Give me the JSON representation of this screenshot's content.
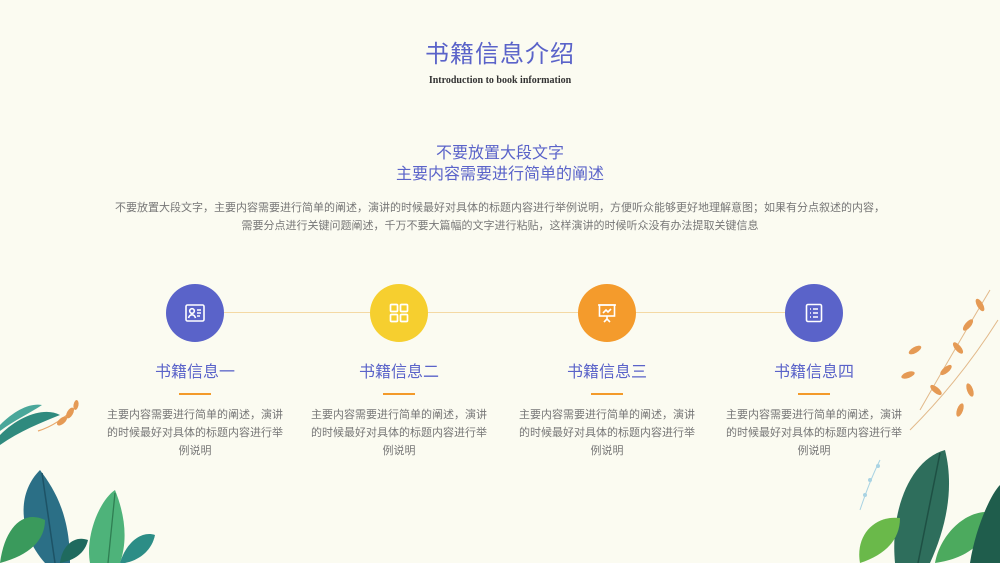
{
  "header": {
    "title": "书籍信息介绍",
    "subtitle": "Introduction to book information"
  },
  "intro": {
    "heading_line1": "不要放置大段文字",
    "heading_line2": "主要内容需要进行简单的阐述",
    "description": "不要放置大段文字，主要内容需要进行简单的阐述，演讲的时候最好对具体的标题内容进行举例说明，方便听众能够更好地理解意图；如果有分点叙述的内容，需要分点进行关键问题阐述，千万不要大篇幅的文字进行粘贴，这样演讲的时候听众没有办法提取关键信息"
  },
  "items": [
    {
      "title": "书籍信息一",
      "text": "主要内容需要进行简单的阐述，演讲的时候最好对具体的标题内容进行举例说明",
      "color": "#5a63c9",
      "icon": "profile-card-icon"
    },
    {
      "title": "书籍信息二",
      "text": "主要内容需要进行简单的阐述，演讲的时候最好对具体的标题内容进行举例说明",
      "color": "#f6cf2f",
      "icon": "grid-icon"
    },
    {
      "title": "书籍信息三",
      "text": "主要内容需要进行简单的阐述，演讲的时候最好对具体的标题内容进行举例说明",
      "color": "#f49b2c",
      "icon": "presentation-board-icon"
    },
    {
      "title": "书籍信息四",
      "text": "主要内容需要进行简单的阐述，演讲的时候最好对具体的标题内容进行举例说明",
      "color": "#5a63c9",
      "icon": "document-list-icon"
    }
  ],
  "colors": {
    "background": "#fbfbf1",
    "accent_blue": "#5a63c9",
    "accent_yellow": "#f6cf2f",
    "accent_orange": "#f49b2c",
    "timeline": "#f4d9a4"
  }
}
